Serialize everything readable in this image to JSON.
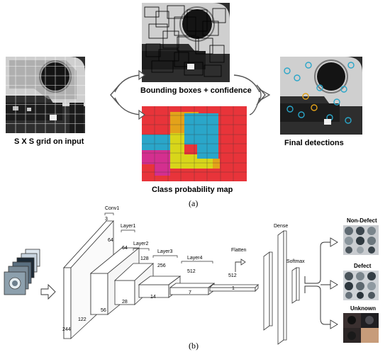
{
  "part_a": {
    "label_input": "S X S grid on input",
    "label_bbox": "Bounding boxes + confidence",
    "label_final": "Final detections",
    "label_classmap": "Class probability map",
    "caption": "(a)"
  },
  "part_b": {
    "layers": [
      {
        "name": "Conv1",
        "depth": "3",
        "width": "64",
        "size": "244"
      },
      {
        "name": "Layer1",
        "depth": "64",
        "size": "122"
      },
      {
        "name": "Layer2",
        "depth": "128",
        "size": "56"
      },
      {
        "name": "Layer3",
        "depth": "256",
        "size": "28"
      },
      {
        "name": "Layer4",
        "depth": "512",
        "size": "14"
      }
    ],
    "size_7": "7",
    "flatten": "Flatten",
    "flatten_dim": "512",
    "flatten_size": "1",
    "dense": "Dense",
    "softmax": "Softmax",
    "classes": [
      "Non-Defect",
      "Defect",
      "Unknown"
    ],
    "caption": "(b)"
  },
  "colors": {
    "class_map": [
      "#e8343a",
      "#e3a21a",
      "#d8d61a",
      "#2aa6c9",
      "#d42f8f",
      "#1d6fd1",
      "#3ba65a"
    ]
  }
}
